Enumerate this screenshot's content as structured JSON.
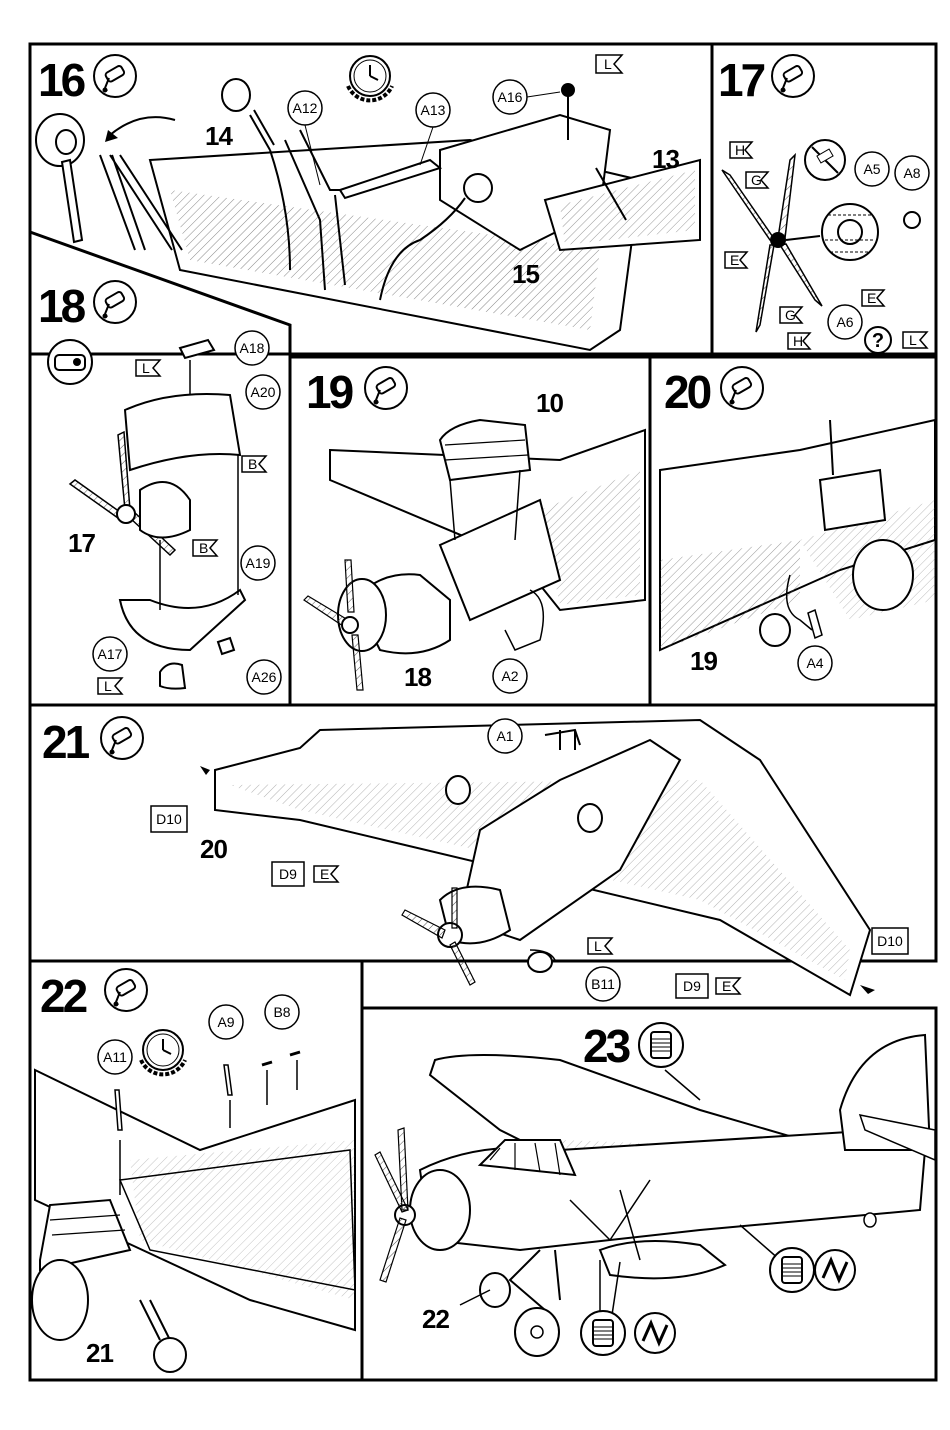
{
  "page_title": "",
  "steps": [
    {
      "id": "s16",
      "number": "16",
      "callouts": [
        "A12",
        "A13",
        "A16"
      ],
      "parts": [
        "14",
        "15",
        "13"
      ],
      "flag": "L"
    },
    {
      "id": "s17",
      "number": "17",
      "callouts": [
        "A5",
        "A8",
        "A6"
      ],
      "flags": [
        "H",
        "G",
        "E",
        "E",
        "G",
        "H",
        "L"
      ]
    },
    {
      "id": "s18",
      "number": "18",
      "callouts": [
        "A18",
        "A20",
        "A19",
        "A17",
        "A26"
      ],
      "parts": [
        "17"
      ],
      "flags": [
        "L",
        "B",
        "B",
        "L"
      ]
    },
    {
      "id": "s19",
      "number": "19",
      "callouts": [
        "A2"
      ],
      "parts": [
        "10",
        "18"
      ]
    },
    {
      "id": "s20",
      "number": "20",
      "callouts": [
        "A4"
      ],
      "parts": [
        "19"
      ]
    },
    {
      "id": "s21",
      "number": "21",
      "callouts": [
        "A1",
        "B11"
      ],
      "boxes": [
        "D10",
        "D9",
        "D10",
        "D9"
      ],
      "parts": [
        "20"
      ],
      "flags": [
        "E",
        "L",
        "E"
      ]
    },
    {
      "id": "s22",
      "number": "22",
      "callouts": [
        "A11",
        "A9",
        "B8"
      ],
      "parts": [
        "21"
      ]
    },
    {
      "id": "s23",
      "number": "23",
      "parts": [
        "22"
      ]
    }
  ],
  "colors": {
    "ink": "#000000",
    "paper": "#ffffff",
    "hatch": "#666666"
  },
  "icons": [
    "glue-tube-icon",
    "clock-icon",
    "paint-tin-icon",
    "rigging-thread-icon",
    "no-glue-icon",
    "question-icon"
  ]
}
